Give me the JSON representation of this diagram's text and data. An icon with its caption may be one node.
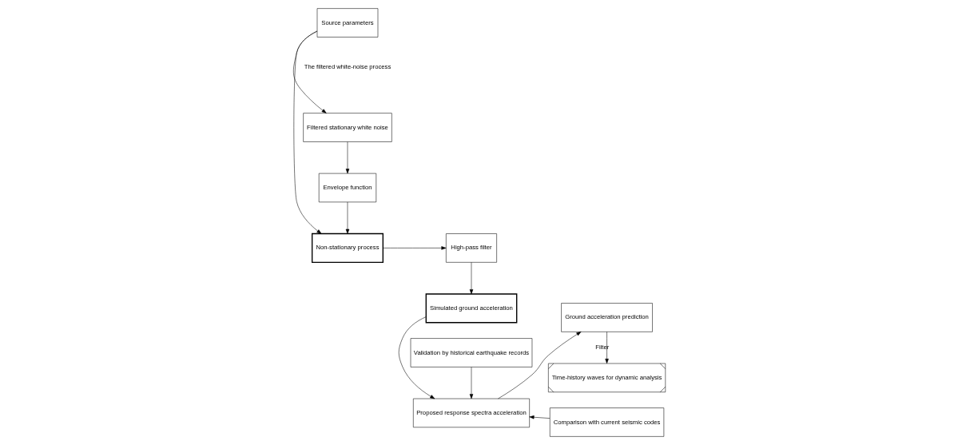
{
  "diagram": {
    "nodes": [
      {
        "text": [
          "Source parameters"
        ]
      },
      {
        "text": [
          "Filtered stationary white noise"
        ]
      },
      {
        "text": [
          "Envelope function"
        ]
      },
      {
        "text": [
          "Non-stationary process"
        ]
      },
      {
        "text": [
          "High-pass filter"
        ]
      },
      {
        "text": [
          "Simulated ground acceleration"
        ]
      },
      {
        "text": [
          "Proposed response spectra acceleration"
        ]
      },
      {
        "text": [
          "Validation by historical earthquake records"
        ]
      },
      {
        "text": [
          "Comparison with current seismic codes"
        ]
      },
      {
        "text": [
          "Ground acceleration prediction"
        ]
      },
      {
        "text": [
          "Time-history waves for dynamic analysis"
        ]
      }
    ],
    "edges": [
      {
        "from": 0,
        "to": 1,
        "arrow": "to"
      },
      {
        "from": 0,
        "to": 3,
        "arrow": "to"
      },
      {
        "from": 1,
        "to": 2,
        "arrow": "to"
      },
      {
        "from": 2,
        "to": 3,
        "arrow": "to"
      },
      {
        "from": 3,
        "to": 4,
        "arrow": "to"
      },
      {
        "from": 4,
        "to": 5,
        "arrow": "to"
      },
      {
        "from": 5,
        "to": 6,
        "arrow": "to"
      },
      {
        "from": 7,
        "to": 6,
        "arrow": "to"
      },
      {
        "from": 8,
        "to": 6,
        "arrow": "to"
      },
      {
        "from": 6,
        "to": 9,
        "arrow": "to"
      },
      {
        "from": 9,
        "to": 10,
        "arrow": "to",
        "label": "Filter"
      }
    ],
    "labels": [
      "The filtered white-noise process"
    ]
  }
}
